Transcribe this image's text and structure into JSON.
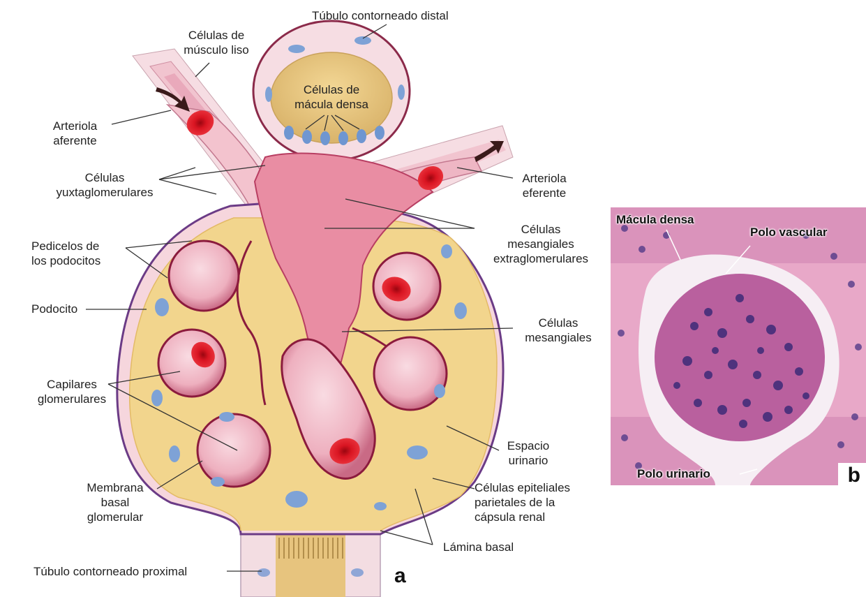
{
  "panel_a": {
    "letter": "a",
    "labels": {
      "tubulo_distal": "Túbulo contorneado distal",
      "musculo_liso": "Células de\nmúsculo liso",
      "macula_densa": "Células de\nmácula densa",
      "arteriola_aferente": "Arteriola\naferente",
      "yuxtaglomerulares": "Células\nyuxtaglomerulares",
      "arteriola_eferente": "Arteriola\neferente",
      "mesangiales_extra": "Células\nmesangiales\nextraglomerulares",
      "pedicelos": "Pedicelos de\nlos podocitos",
      "podocito": "Podocito",
      "mesangiales": "Células\nmesangiales",
      "capilares": "Capilares\nglomerulares",
      "espacio_urinario": "Espacio\nurinario",
      "membrana_basal": "Membrana\nbasal\nglomerular",
      "epiteliales_parietales": "Células epiteliales\nparietales de la\ncápsula renal",
      "lamina_basal": "Lámina basal",
      "tubulo_proximal": "Túbulo contorneado proximal"
    }
  },
  "panel_b": {
    "letter": "b",
    "labels": {
      "macula_densa": "Mácula densa",
      "polo_vascular": "Polo vascular",
      "polo_urinario": "Polo urinario"
    }
  },
  "colors": {
    "capsule_outline": "#6b3b86",
    "capsule_fill": "#f6d6dd",
    "urinary_space": "#f2d58d",
    "mesangium": "#e98da3",
    "capillary": "#f5c9d2",
    "rbc": "#d4101c",
    "nucleus": "#7ea2d6",
    "histology_bg": "#e8a8c8",
    "histology_nuclei": "#3d2a78"
  }
}
